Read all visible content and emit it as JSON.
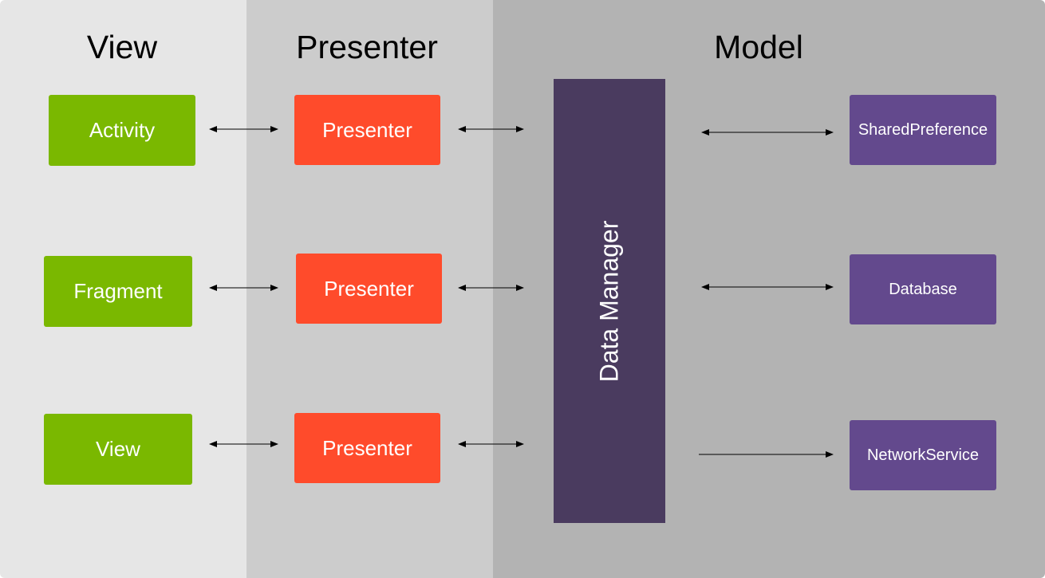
{
  "columns": {
    "view": "View",
    "presenter": "Presenter",
    "model": "Model"
  },
  "view_boxes": [
    "Activity",
    "Fragment",
    "View"
  ],
  "presenter_boxes": [
    "Presenter",
    "Presenter",
    "Presenter"
  ],
  "data_manager": "Data Manager",
  "model_boxes": [
    "SharedPreference",
    "Database",
    "NetworkService"
  ],
  "colors": {
    "view_column": "#e6e6e6",
    "presenter_column": "#cccccc",
    "model_column": "#b3b3b3",
    "view_box": "#7ab800",
    "presenter_box": "#ff4b2b",
    "model_box": "#63498d",
    "data_manager": "#4a3b5f"
  }
}
